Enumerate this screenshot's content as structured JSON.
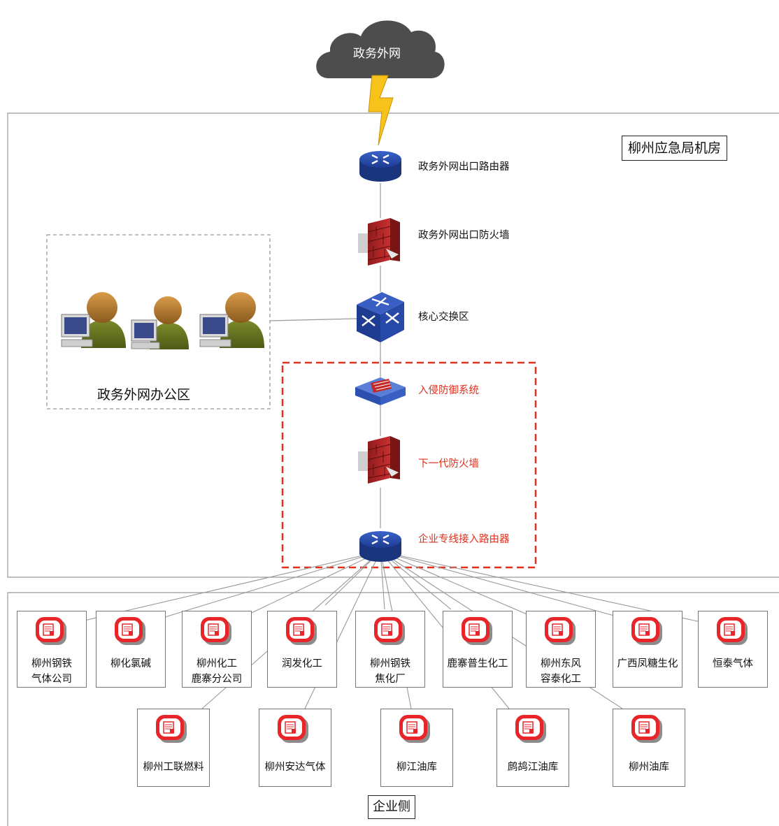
{
  "cloud": {
    "label": "政务外网",
    "color": "#4d4d4d"
  },
  "zones": {
    "datacenter_label": "柳州应急局机房",
    "enterprise_label": "企业侧",
    "office_label": "政务外网办公区"
  },
  "devices": {
    "exit_router": "政务外网出口路由器",
    "exit_firewall": "政务外网出口防火墙",
    "core_switch": "核心交换区",
    "ips": "入侵防御系统",
    "ngfw": "下一代防火墙",
    "access_router": "企业专线接入路由器"
  },
  "enterprises_row1": [
    [
      "柳州钢铁",
      "气体公司"
    ],
    [
      "柳化氯碱"
    ],
    [
      "柳州化工",
      "鹿寨分公司"
    ],
    [
      "润发化工"
    ],
    [
      "柳州钢铁",
      "焦化厂"
    ],
    [
      "鹿寨普生化工"
    ],
    [
      "柳州东风",
      "容泰化工"
    ],
    [
      "广西凤糖生化"
    ],
    [
      "恒泰气体"
    ]
  ],
  "enterprises_row2": [
    [
      "柳州工联燃料"
    ],
    [
      "柳州安达气体"
    ],
    [
      "柳江油库"
    ],
    [
      "鹧鸪江油库"
    ],
    [
      "柳州油库"
    ]
  ],
  "colors": {
    "security_highlight": "#e0301e",
    "router_blue": "#1f3f9a",
    "firewall_red": "#b32222",
    "lightning": "#f7c21a"
  },
  "icons": {
    "cloud": "cloud-icon",
    "router": "router-icon",
    "firewall": "firewall-icon",
    "switch": "core-switch-icon",
    "ips": "ips-icon",
    "user": "user-workstation-icon",
    "enterprise": "enterprise-gateway-icon"
  }
}
